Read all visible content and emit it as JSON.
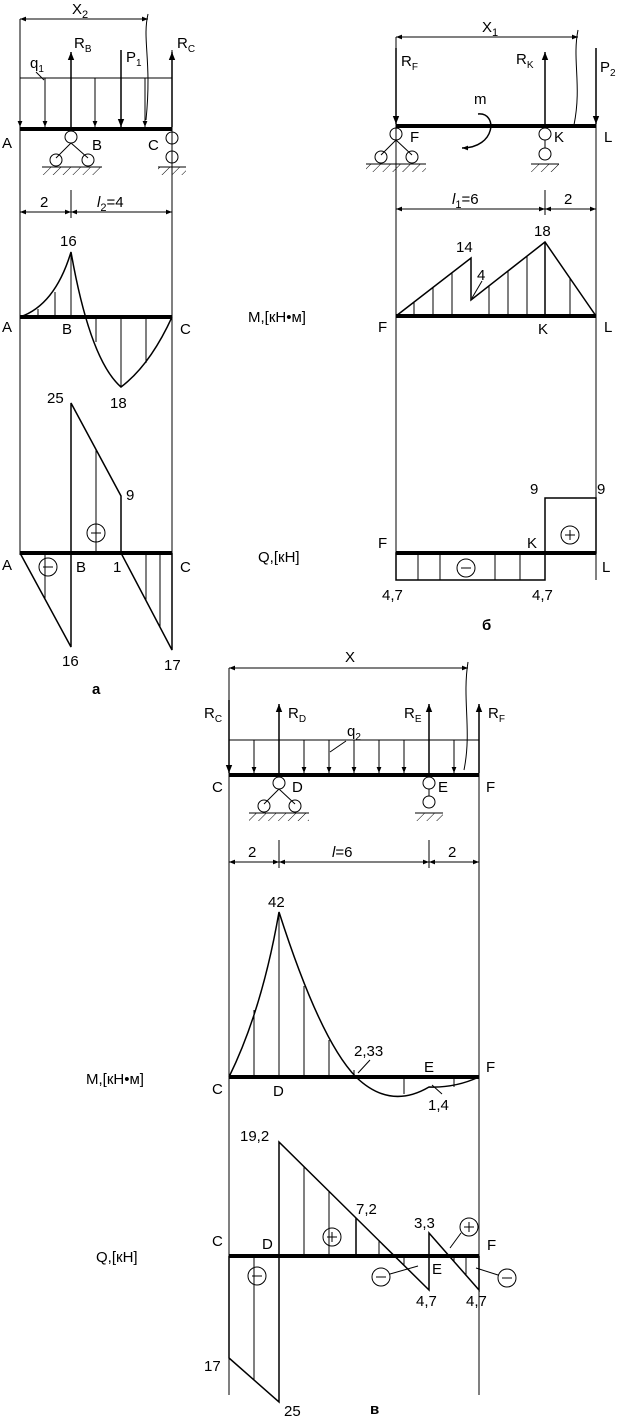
{
  "panel_a": {
    "caption": "а",
    "dim_top": {
      "text": "X",
      "sub": "2"
    },
    "loads": {
      "q": {
        "text": "q",
        "sub": "1"
      },
      "rb": {
        "text": "R",
        "sub": "B"
      },
      "p1": {
        "text": "P",
        "sub": "1"
      },
      "rc": {
        "text": "R",
        "sub": "C"
      }
    },
    "beam_points": {
      "A": "A",
      "B": "B",
      "C": "C"
    },
    "dims": {
      "left": "2",
      "right_l": "l",
      "right_sub": "2",
      "right_rest": "=4"
    },
    "moment": {
      "peak_top": "16",
      "peak_bottom": "18",
      "A": "A",
      "B": "B",
      "C": "C"
    },
    "shear": {
      "v25": "25",
      "v9": "9",
      "v1": "1",
      "v16": "16",
      "v17": "17",
      "A": "A",
      "B": "B",
      "C": "C"
    }
  },
  "panel_b": {
    "caption": "б",
    "dim_top": {
      "text": "X",
      "sub": "1"
    },
    "loads": {
      "rf": {
        "text": "R",
        "sub": "F"
      },
      "rk": {
        "text": "R",
        "sub": "K"
      },
      "p2": {
        "text": "P",
        "sub": "2"
      },
      "m": "m"
    },
    "beam_points": {
      "F": "F",
      "K": "K",
      "L": "L"
    },
    "dims": {
      "left_l": "l",
      "left_sub": "1",
      "left_rest": "=6",
      "right": "2"
    },
    "moment_label": "M,[кН•м]",
    "moment": {
      "v14": "14",
      "v18": "18",
      "v4": "4",
      "F": "F",
      "K": "K",
      "L": "L"
    },
    "shear_label": "Q,[кН]",
    "shear": {
      "v9a": "9",
      "v9b": "9",
      "v47a": "4,7",
      "v47b": "4,7",
      "F": "F",
      "K": "K",
      "L": "L"
    }
  },
  "panel_c": {
    "caption": "в",
    "dim_top": {
      "text": "X"
    },
    "loads": {
      "rc": {
        "text": "R",
        "sub": "C"
      },
      "rd": {
        "text": "R",
        "sub": "D"
      },
      "q": {
        "text": "q",
        "sub": "2"
      },
      "re": {
        "text": "R",
        "sub": "E"
      },
      "rf": {
        "text": "R",
        "sub": "F"
      }
    },
    "beam_points": {
      "C": "C",
      "D": "D",
      "E": "E",
      "F": "F"
    },
    "dims": {
      "left": "2",
      "mid_l": "l",
      "mid_rest": "=6",
      "right": "2"
    },
    "moment_label": "M,[кН•м]",
    "moment": {
      "v42": "42",
      "v233": "2,33",
      "v14": "1,4",
      "C": "C",
      "D": "D",
      "E": "E",
      "F": "F"
    },
    "shear_label": "Q,[кН]",
    "shear": {
      "v192": "19,2",
      "v72": "7,2",
      "v33": "3,3",
      "v47a": "4,7",
      "v47b": "4,7",
      "v17": "17",
      "v25": "25",
      "C": "C",
      "D": "D",
      "E": "E",
      "F": "F"
    }
  }
}
